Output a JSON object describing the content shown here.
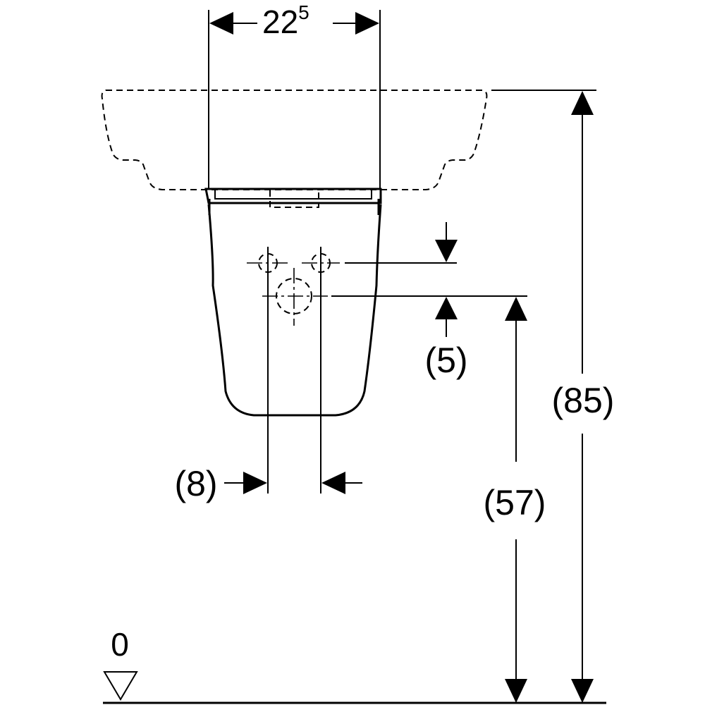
{
  "dimensions": {
    "width_main": "22",
    "width_sup": "5",
    "total_height": "(85)",
    "connection_height": "(57)",
    "connection_offset": "(5)",
    "connection_spacing": "(8)",
    "floor_level": "0"
  }
}
